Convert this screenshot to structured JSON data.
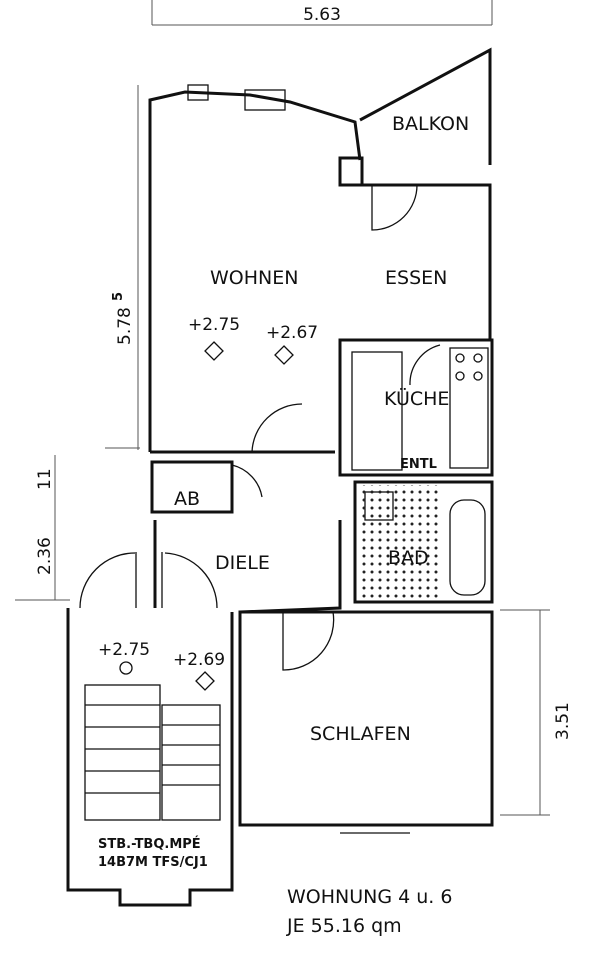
{
  "dimensions": {
    "top_width": "5.63",
    "living_depth": "5.78",
    "living_depth_sup": "5",
    "diele_depth": "2.36",
    "wall_offset": "11",
    "bedroom_depth": "3.51"
  },
  "rooms": {
    "balkon": "BALKON",
    "wohnen": "WOHNEN",
    "essen": "ESSEN",
    "kueche": "KÜCHE",
    "entl": "ENTL",
    "ab": "AB",
    "diele": "DIELE",
    "bad": "BAD",
    "schlafen": "SCHLAFEN"
  },
  "levels": {
    "wohnen_level": "+2.75",
    "essen_level": "+2.67",
    "stair_level_1": "+2.75",
    "stair_level_2": "+2.69"
  },
  "stair_text": {
    "line1": "STB.-TBQ.MPÉ",
    "line2": "14B7M TFS/CJ1"
  },
  "caption": {
    "line1": "WOHNUNG  4 u. 6",
    "line2": "JE  55.16 qm"
  }
}
